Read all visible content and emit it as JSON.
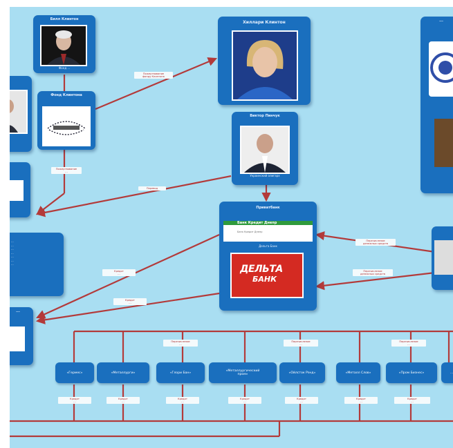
{
  "nodes": {
    "person_small_title": "Билл Клинтон",
    "person_small_caption": "Фонд ...",
    "foundation_box_title": "Фонд Клинтона",
    "hillary_title": "Хиллари Клинтон",
    "middle_person_title": "Виктор Пинчук",
    "middle_person_caption": "Украинский олигарх",
    "bank_group_title": "Приватбанк",
    "bank_logo_text": "Банк Кредит Днепр",
    "bank_logo_subtext": "Банк Кредит Днепр",
    "delta_caption": "Дельта Банк",
    "delta_logo_line1": "ДЕЛЬТА",
    "delta_logo_line2": "БАНК",
    "left_list_lines": "...\n...\n...\n...\n...\n...\n...",
    "left_bottom_title": "...",
    "right_top_title": "..."
  },
  "edge_labels": {
    "to_hillary": "Пожертвование\nфонду Клинтона",
    "foundation_amount": "Пожертвование\n...",
    "pinchuk_transfer": "Перевод",
    "bank_to_left1": "Кредит\n...",
    "bank_to_left2": "Кредит\n...",
    "right_to_bank1": "Перечисление\nденежных средств",
    "right_to_bank2": "Перечисление\nденежных средств"
  },
  "companies": [
    {
      "name": "«Гермес»",
      "top_label": "",
      "bottom_label": "Кредит\n..."
    },
    {
      "name": "«Металлурги»",
      "top_label": "",
      "bottom_label": "Кредит\n..."
    },
    {
      "name": "«Глори Бан»",
      "top_label": "Перечисление\n...",
      "bottom_label": "Кредит\n..."
    },
    {
      "name": "«Металлургический\nпром»",
      "top_label": "",
      "bottom_label": "Кредит\n..."
    },
    {
      "name": "«Ойлсток Рэнд»",
      "top_label": "Перечисление\n...",
      "bottom_label": "Кредит\n..."
    },
    {
      "name": "«Металл Слов»",
      "top_label": "",
      "bottom_label": "Кредит\n..."
    },
    {
      "name": "«Пром Бизнес»",
      "top_label": "Перечисление\n...",
      "bottom_label": "Кредит\n..."
    },
    {
      "name": "...",
      "top_label": "",
      "bottom_label": ""
    }
  ],
  "colors": {
    "background": "#a9def2",
    "box": "#1a6fbe",
    "arrow": "#b33a3a"
  }
}
